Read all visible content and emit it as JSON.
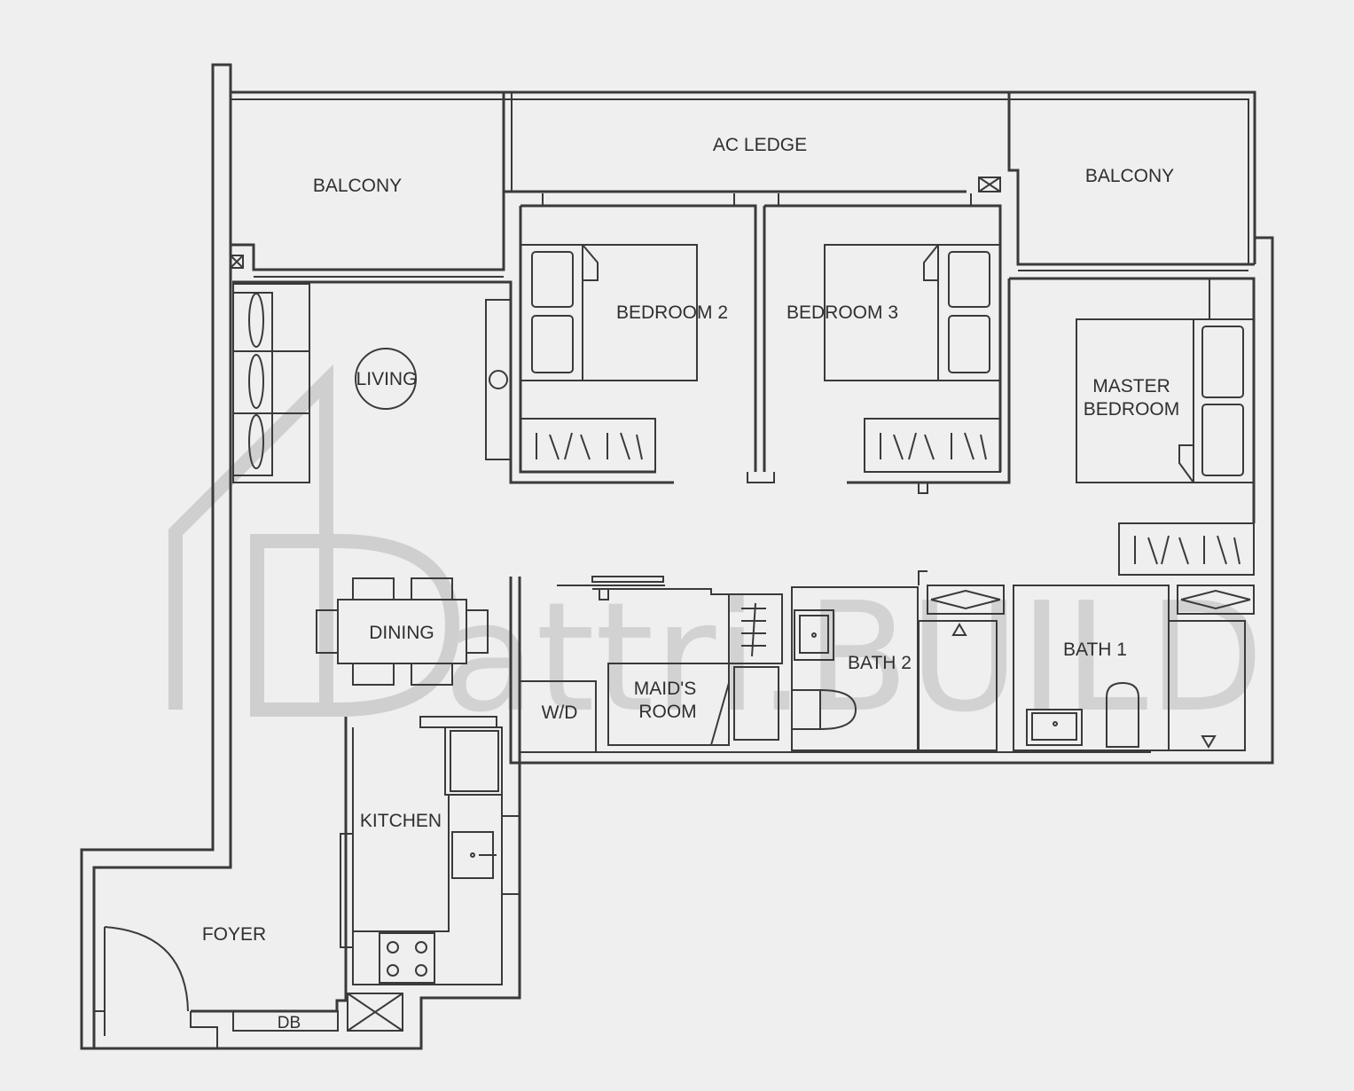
{
  "watermark": {
    "text": "attri.BUILD"
  },
  "rooms": {
    "balcony_left": "BALCONY",
    "ac_ledge": "AC LEDGE",
    "balcony_right": "BALCONY",
    "bedroom2": "BEDROOM 2",
    "bedroom3": "BEDROOM 3",
    "master_line1": "MASTER",
    "master_line2": "BEDROOM",
    "living": "LIVING",
    "dining": "DINING",
    "wd": "W/D",
    "maids_line1": "MAID'S",
    "maids_line2": "ROOM",
    "bath2": "BATH 2",
    "bath1": "BATH 1",
    "kitchen": "KITCHEN",
    "foyer": "FOYER",
    "db": "DB"
  }
}
